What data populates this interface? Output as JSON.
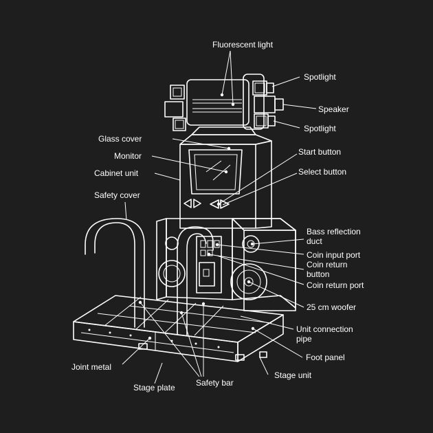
{
  "diagram": {
    "background": "#1e1e1e",
    "line_color": "#ffffff",
    "labels": {
      "fluorescent_light": "Fluorescent light",
      "spotlight_top": "Spotlight",
      "speaker": "Speaker",
      "spotlight_bottom": "Spotlight",
      "glass_cover": "Glass cover",
      "monitor": "Monitor",
      "cabinet_unit": "Cabinet unit",
      "start_button": "Start button",
      "select_button": "Select button",
      "safety_cover": "Safety cover",
      "bass_reflection_duct_1": "Bass reflection",
      "bass_reflection_duct_2": "duct",
      "coin_input_port": "Coin input port",
      "coin_return_button_1": "Coin return",
      "coin_return_button_2": "button",
      "coin_return_port": "Coin return port",
      "woofer": "25 cm woofer",
      "unit_connection_pipe_1": "Unit connection",
      "unit_connection_pipe_2": "pipe",
      "foot_panel": "Foot panel",
      "joint_metal": "Joint metal",
      "stage_unit": "Stage unit",
      "stage_plate": "Stage plate",
      "safety_bar": "Safety bar"
    }
  }
}
